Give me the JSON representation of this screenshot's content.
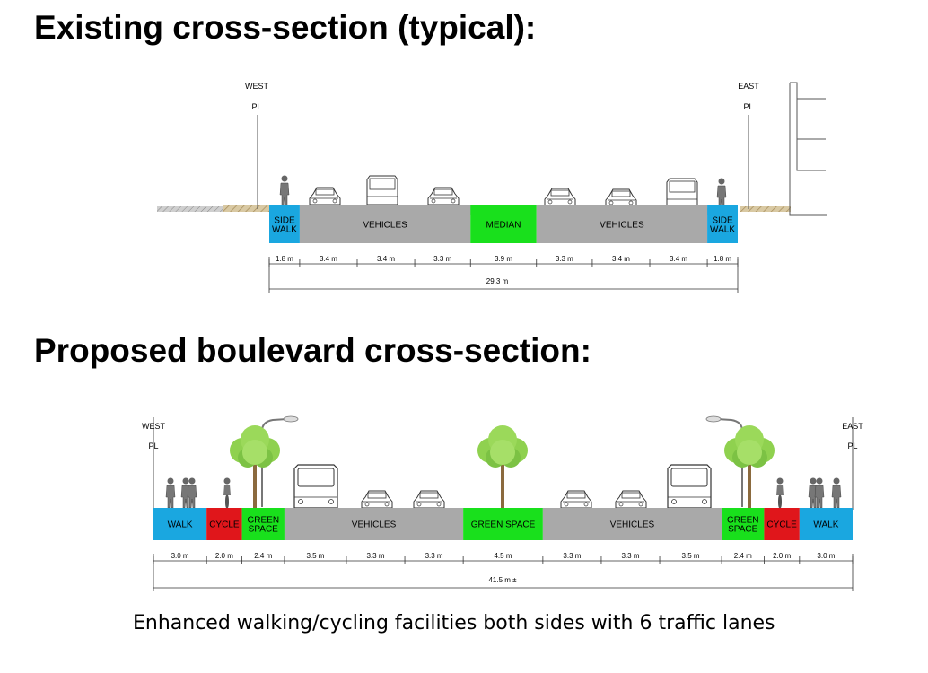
{
  "headings": {
    "existing": "Existing cross-section (typical):",
    "proposed": "Proposed boulevard cross-section:"
  },
  "caption": "Enhanced walking/cycling facilities both sides with 6 traffic lanes",
  "existing": {
    "west": "WEST",
    "east": "EAST",
    "property_line_symbol": "PL",
    "segments": [
      {
        "label": "SIDE WALK",
        "width": "1.8 m",
        "meters": 1.8,
        "color": "#1aa7e0"
      },
      {
        "label": "",
        "width": "3.4 m",
        "meters": 3.4,
        "color": "#a9a9a9"
      },
      {
        "label": "VEHICLES",
        "width": "3.4 m",
        "meters": 3.4,
        "color": "#a9a9a9"
      },
      {
        "label": "",
        "width": "3.3 m",
        "meters": 3.3,
        "color": "#a9a9a9"
      },
      {
        "label": "MEDIAN",
        "width": "3.9 m",
        "meters": 3.9,
        "color": "#19e01c"
      },
      {
        "label": "",
        "width": "3.3 m",
        "meters": 3.3,
        "color": "#a9a9a9"
      },
      {
        "label": "VEHICLES",
        "width": "3.4 m",
        "meters": 3.4,
        "color": "#a9a9a9"
      },
      {
        "label": "",
        "width": "3.4 m",
        "meters": 3.4,
        "color": "#a9a9a9"
      },
      {
        "label": "SIDE WALK",
        "width": "1.8 m",
        "meters": 1.8,
        "color": "#1aa7e0"
      }
    ],
    "total": "29.3 m"
  },
  "proposed": {
    "west": "WEST",
    "east": "EAST",
    "property_line_symbol": "PL",
    "segments": [
      {
        "label": "WALK",
        "width": "3.0 m",
        "meters": 3.0,
        "color": "#1aa7e0"
      },
      {
        "label": "CYCLE",
        "width": "2.0 m",
        "meters": 2.0,
        "color": "#e0161b"
      },
      {
        "label": "GREEN SPACE",
        "width": "2.4 m",
        "meters": 2.4,
        "color": "#19e01c"
      },
      {
        "label": "",
        "width": "3.5 m",
        "meters": 3.5,
        "color": "#a9a9a9"
      },
      {
        "label": "VEHICLES",
        "width": "3.3 m",
        "meters": 3.3,
        "color": "#a9a9a9"
      },
      {
        "label": "",
        "width": "3.3 m",
        "meters": 3.3,
        "color": "#a9a9a9"
      },
      {
        "label": "GREEN SPACE",
        "width": "4.5 m",
        "meters": 4.5,
        "color": "#19e01c"
      },
      {
        "label": "",
        "width": "3.3 m",
        "meters": 3.3,
        "color": "#a9a9a9"
      },
      {
        "label": "VEHICLES",
        "width": "3.3 m",
        "meters": 3.3,
        "color": "#a9a9a9"
      },
      {
        "label": "",
        "width": "3.5 m",
        "meters": 3.5,
        "color": "#a9a9a9"
      },
      {
        "label": "GREEN SPACE",
        "width": "2.4 m",
        "meters": 2.4,
        "color": "#19e01c"
      },
      {
        "label": "CYCLE",
        "width": "2.0 m",
        "meters": 2.0,
        "color": "#e0161b"
      },
      {
        "label": "WALK",
        "width": "3.0 m",
        "meters": 3.0,
        "color": "#1aa7e0"
      }
    ],
    "total": "41.5 m ±"
  }
}
